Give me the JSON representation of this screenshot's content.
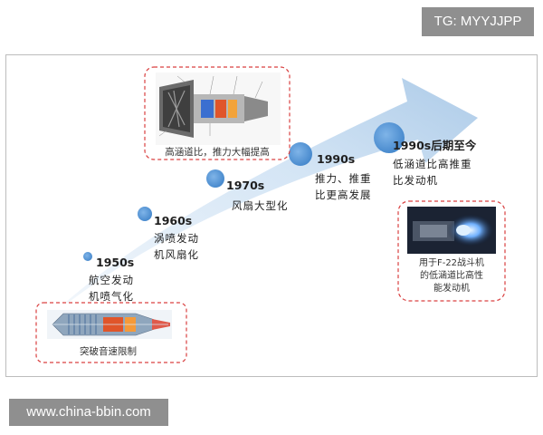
{
  "watermarks": {
    "top_right": "TG: MYYJJPP",
    "bottom_left": "www.china-bbin.com"
  },
  "milestones": [
    {
      "year": "1950s",
      "desc": "航空发动\n机喷气化"
    },
    {
      "year": "1960s",
      "desc": "涡喷发动\n机风扇化"
    },
    {
      "year": "1970s",
      "desc": "风扇大型化"
    },
    {
      "year": "1990s",
      "desc": "推力、推重\n比更高发展"
    },
    {
      "year": "1990s后期至今",
      "desc": "低涵道比高推重\n比发动机"
    }
  ],
  "images": [
    {
      "caption": "突破音速限制"
    },
    {
      "caption": "高涵道比，推力大幅提高"
    },
    {
      "caption": "用于F-22战斗机\n的低涵道比高性\n能发动机"
    }
  ],
  "colors": {
    "arrow_light": "#f2f7fc",
    "arrow_dark": "#b7d2ec",
    "dot": "#4f93d6",
    "dashed_border": "#d94040"
  }
}
